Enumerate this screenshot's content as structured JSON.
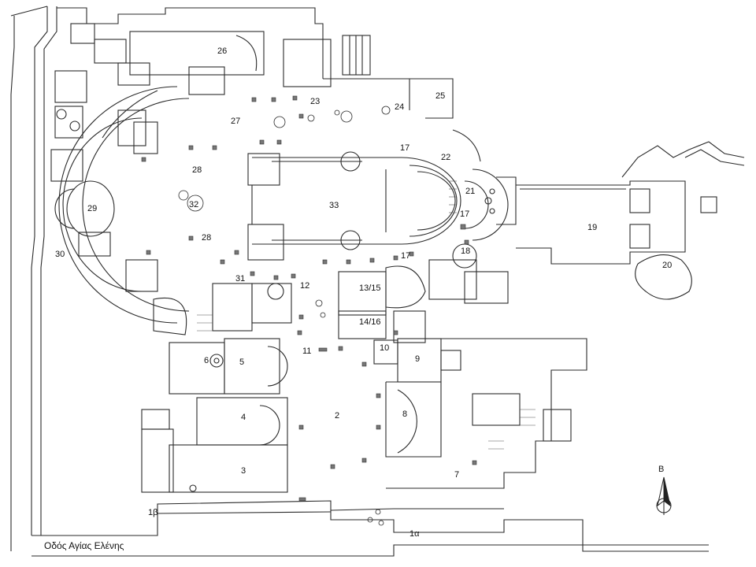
{
  "street_name": "Οδός Αγίας Ελένης",
  "north_letter": "B",
  "labels": {
    "l1a": "1α",
    "l1b": "1β",
    "l2": "2",
    "l3": "3",
    "l4": "4",
    "l5": "5",
    "l6": "6",
    "l7": "7",
    "l8": "8",
    "l9": "9",
    "l10": "10",
    "l11": "11",
    "l12": "12",
    "l13_15": "13/15",
    "l14_16": "14/16",
    "l17a": "17",
    "l17b": "17",
    "l17c": "17",
    "l18": "18",
    "l19": "19",
    "l20": "20",
    "l21": "21",
    "l22": "22",
    "l23": "23",
    "l24": "24",
    "l25": "25",
    "l26": "26",
    "l27": "27",
    "l28a": "28",
    "l28b": "28",
    "l29": "29",
    "l30": "30",
    "l31": "31",
    "l32": "32",
    "l33": "33"
  },
  "colors": {
    "line": "#2a2a2a",
    "hatch": "#555555",
    "background": "#ffffff"
  }
}
